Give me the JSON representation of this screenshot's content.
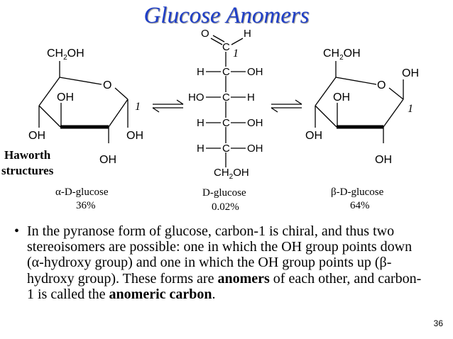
{
  "title": "Glucose Anomers",
  "haworth_label": [
    "Haworth",
    "structures"
  ],
  "alpha": {
    "ch2oh": [
      "CH",
      "2",
      "OH"
    ],
    "ring_o": "O",
    "oh_c4": "OH",
    "oh_c3": "OH",
    "oh_c2": "OH",
    "oh_c1": "OH",
    "anomeric_num": "1",
    "name": "α-D-glucose",
    "percent": "36%"
  },
  "open_chain": {
    "aldehyde_o": "O",
    "aldehyde_h": "H",
    "c1": "C",
    "c1_num": "1",
    "rows": [
      {
        "left": "H",
        "center": "C",
        "right": "OH"
      },
      {
        "left": "HO",
        "center": "C",
        "right": "H"
      },
      {
        "left": "H",
        "center": "C",
        "right": "OH"
      },
      {
        "left": "H",
        "center": "C",
        "right": "OH"
      }
    ],
    "bottom": [
      "CH",
      "2",
      "OH"
    ],
    "name": "D-glucose",
    "percent": "0.02%"
  },
  "beta": {
    "ch2oh": [
      "CH",
      "2",
      "OH"
    ],
    "ring_o": "O",
    "oh_c1": "OH",
    "oh_c4": "OH",
    "oh_c3": "OH",
    "oh_c2": "OH",
    "anomeric_num": "1",
    "name": "β-D-glucose",
    "percent": "64%"
  },
  "body": {
    "bullet": "•",
    "t1": "In the pyranose form of glucose, carbon-1 is chiral, and thus two stereoisomers are possible:  one in which the OH group points down (",
    "alpha_sym": "α",
    "t2": "-hydroxy group) and one in which the OH group points up (",
    "beta_sym": "β",
    "t3": "-hydroxy group).  These forms are ",
    "anomers": "anomers",
    "t4": " of each other, and carbon-1 is called the ",
    "anomeric": "anomeric carbon",
    "t5": "."
  },
  "page_number": "36"
}
